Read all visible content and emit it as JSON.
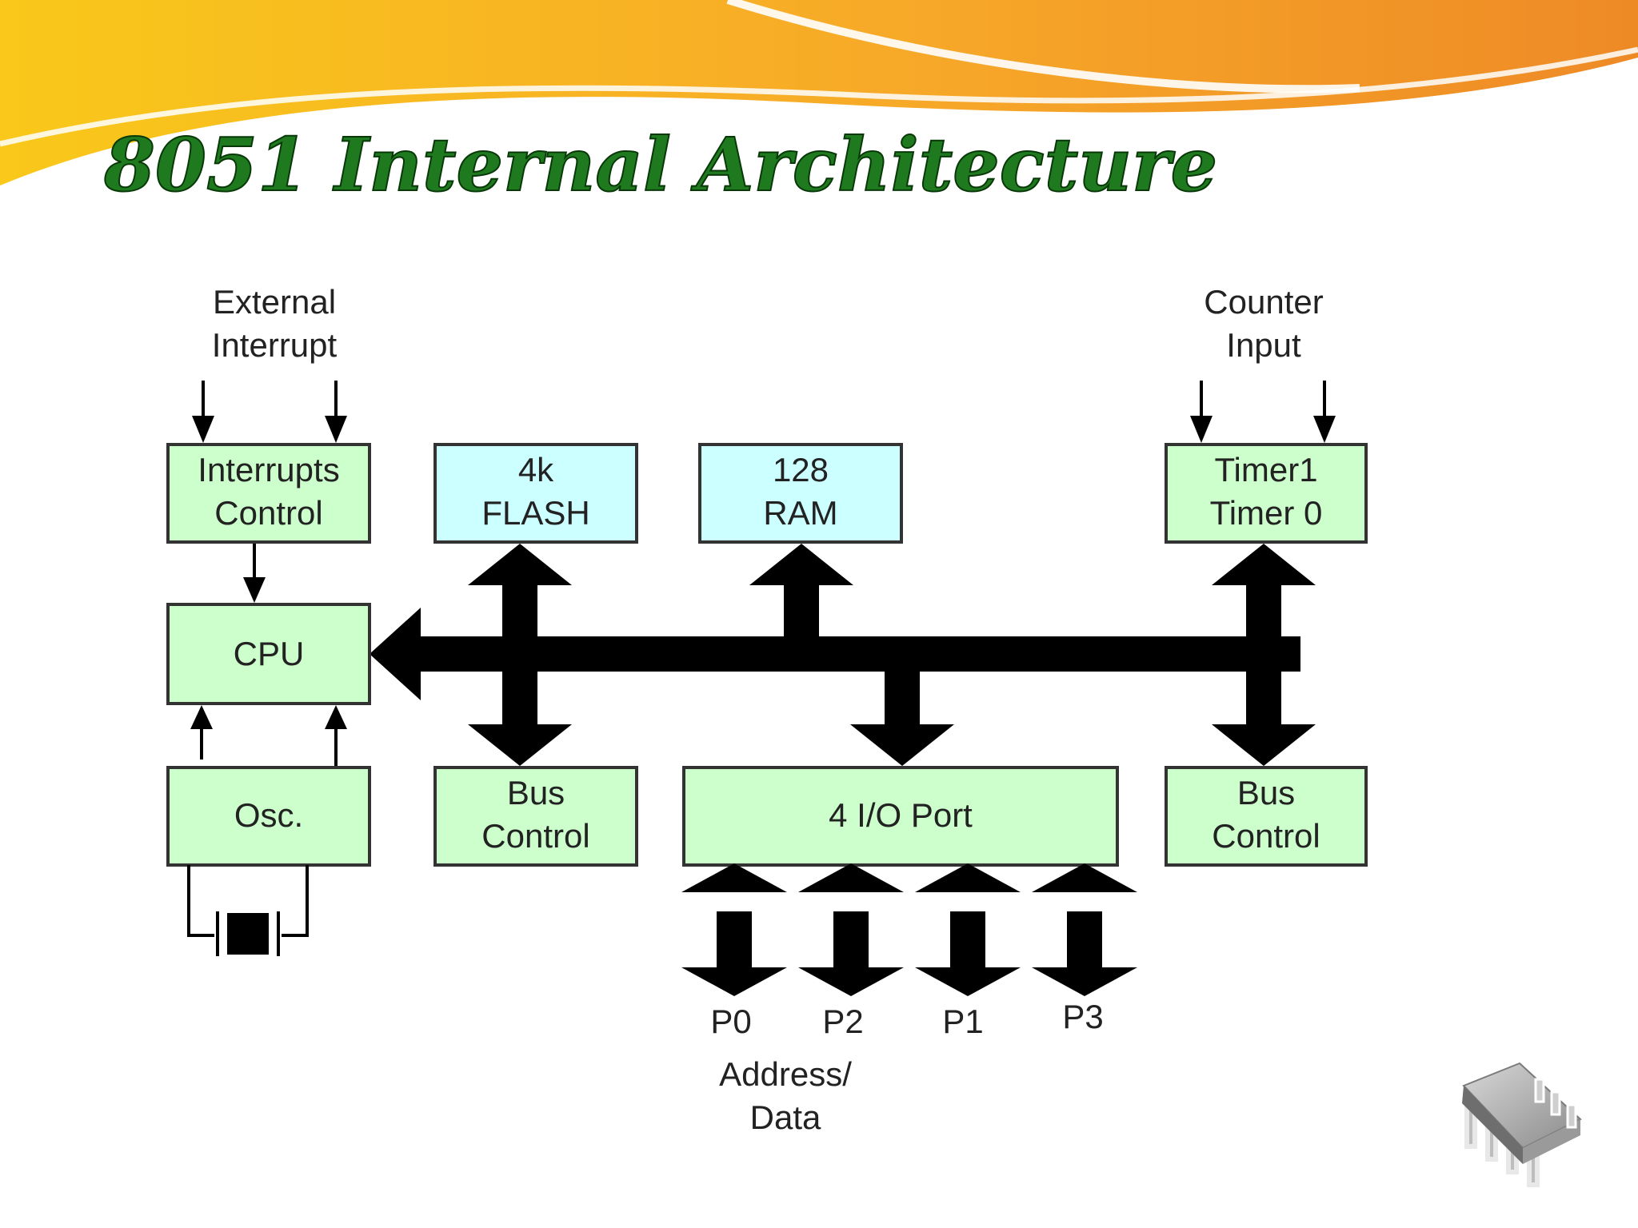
{
  "slide": {
    "title": "8051 Internal Architecture"
  },
  "colors": {
    "box_green": "#ccffcc",
    "box_cyan": "#ccffff",
    "title_green": "#1f7a1f",
    "bus": "#000000",
    "banner_orange": "#f0962a",
    "banner_yellow": "#f9c81a"
  },
  "diagram": {
    "inputs": {
      "external_interrupt": [
        "External",
        "Interrupt"
      ],
      "counter_input": [
        "Counter",
        "Input"
      ]
    },
    "blocks": {
      "interrupts_control": [
        "Interrupts",
        "Control"
      ],
      "flash": [
        "4k",
        "FLASH"
      ],
      "ram": [
        "128",
        "RAM"
      ],
      "timers": [
        "Timer1",
        "Timer 0"
      ],
      "cpu": "CPU",
      "osc": "Osc.",
      "bus_control_left": [
        "Bus",
        "Control"
      ],
      "io_port": "4 I/O Port",
      "bus_control_right": [
        "Bus",
        "Control"
      ]
    },
    "ports": [
      "P0",
      "P2",
      "P1",
      "P3"
    ],
    "address_data": [
      "Address/",
      "Data"
    ]
  },
  "icons": {
    "chip": "chip-icon"
  }
}
